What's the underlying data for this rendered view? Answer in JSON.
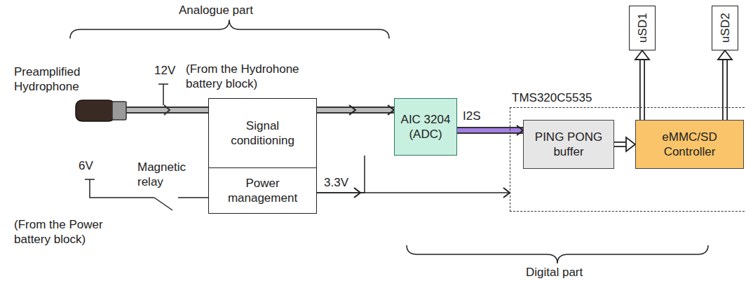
{
  "diagram": {
    "nodes": [
      {
        "text": [
          "Signal conditioning"
        ]
      },
      {
        "text": [
          "Power management"
        ]
      },
      {
        "text": [
          "AIC 3204 (ADC)"
        ]
      },
      {
        "text": [
          "TMS320C5535"
        ]
      },
      {
        "text": [
          "PING PONG buffer"
        ],
        "in": 3
      },
      {
        "text": [
          "eMMC/SD Controller"
        ],
        "in": 3
      },
      {
        "text": [
          "uSD1"
        ]
      },
      {
        "text": [
          "uSD2"
        ]
      }
    ],
    "edges": [
      {
        "from": 0,
        "to": 2,
        "arrow": "to"
      },
      {
        "from": 2,
        "to": 4,
        "label": "I2S",
        "arrow": "to"
      },
      {
        "from": 4,
        "to": 5,
        "arrow": "to"
      },
      {
        "from": 5,
        "to": 6,
        "arrow": "to"
      },
      {
        "from": 5,
        "to": 7,
        "arrow": "to"
      },
      {
        "from": 1,
        "to": 2,
        "arrow": "none"
      },
      {
        "from": 1,
        "to": 3,
        "label": "3.3V",
        "arrow": "to"
      }
    ],
    "labels": [
      "Analogue part",
      "Digital part",
      "Preamplified Hydrophone",
      "12V",
      "(From the Hydrohone battery block)",
      "6V",
      "Magnetic relay",
      "(From the Power battery block)"
    ]
  }
}
